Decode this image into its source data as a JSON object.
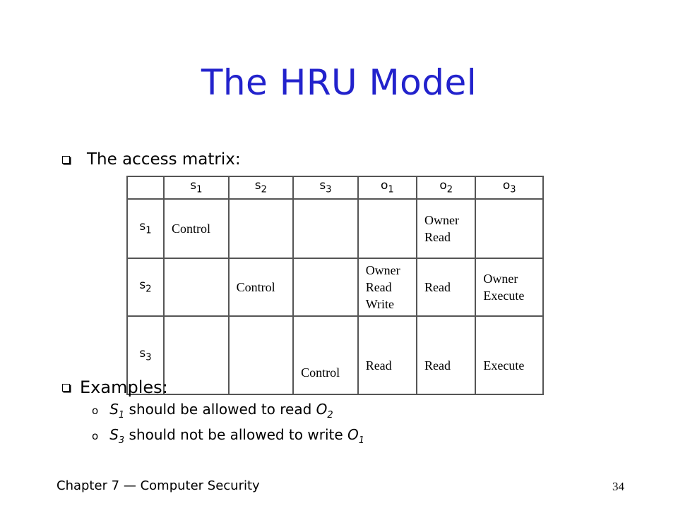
{
  "slide": {
    "title": "The HRU Model",
    "bullet1": "The access matrix:",
    "bullet2": "Examples:",
    "examples": [
      {
        "prefix": "S",
        "prefix_sub": "1",
        "text": " should be allowed to read ",
        "obj": "O",
        "obj_sub": "2"
      },
      {
        "prefix": "S",
        "prefix_sub": "3",
        "text": " should not be allowed to write ",
        "obj": "O",
        "obj_sub": "1"
      }
    ],
    "sub_bullet_glyph": "o",
    "footer_left": "Chapter 7 — Computer Security",
    "page_number": "34",
    "title_color": "#2222cc"
  },
  "matrix": {
    "columns": [
      {
        "base": "s",
        "sub": "1"
      },
      {
        "base": "s",
        "sub": "2"
      },
      {
        "base": "s",
        "sub": "3"
      },
      {
        "base": "o",
        "sub": "1"
      },
      {
        "base": "o",
        "sub": "2"
      },
      {
        "base": "o",
        "sub": "3"
      }
    ],
    "rows": [
      {
        "label": {
          "base": "s",
          "sub": "1"
        },
        "cells": [
          [
            "Control"
          ],
          [],
          [],
          [],
          [
            "Owner",
            "Read"
          ],
          []
        ]
      },
      {
        "label": {
          "base": "s",
          "sub": "2"
        },
        "cells": [
          [],
          [
            "Control"
          ],
          [],
          [
            "Owner",
            "Read",
            "Write"
          ],
          [
            "Read"
          ],
          [
            "Owner",
            "Execute"
          ]
        ]
      },
      {
        "label": {
          "base": "s",
          "sub": "3"
        },
        "cells": [
          [],
          [],
          [
            "Control"
          ],
          [
            "Read"
          ],
          [
            "Read"
          ],
          [
            "Execute"
          ]
        ]
      }
    ]
  }
}
